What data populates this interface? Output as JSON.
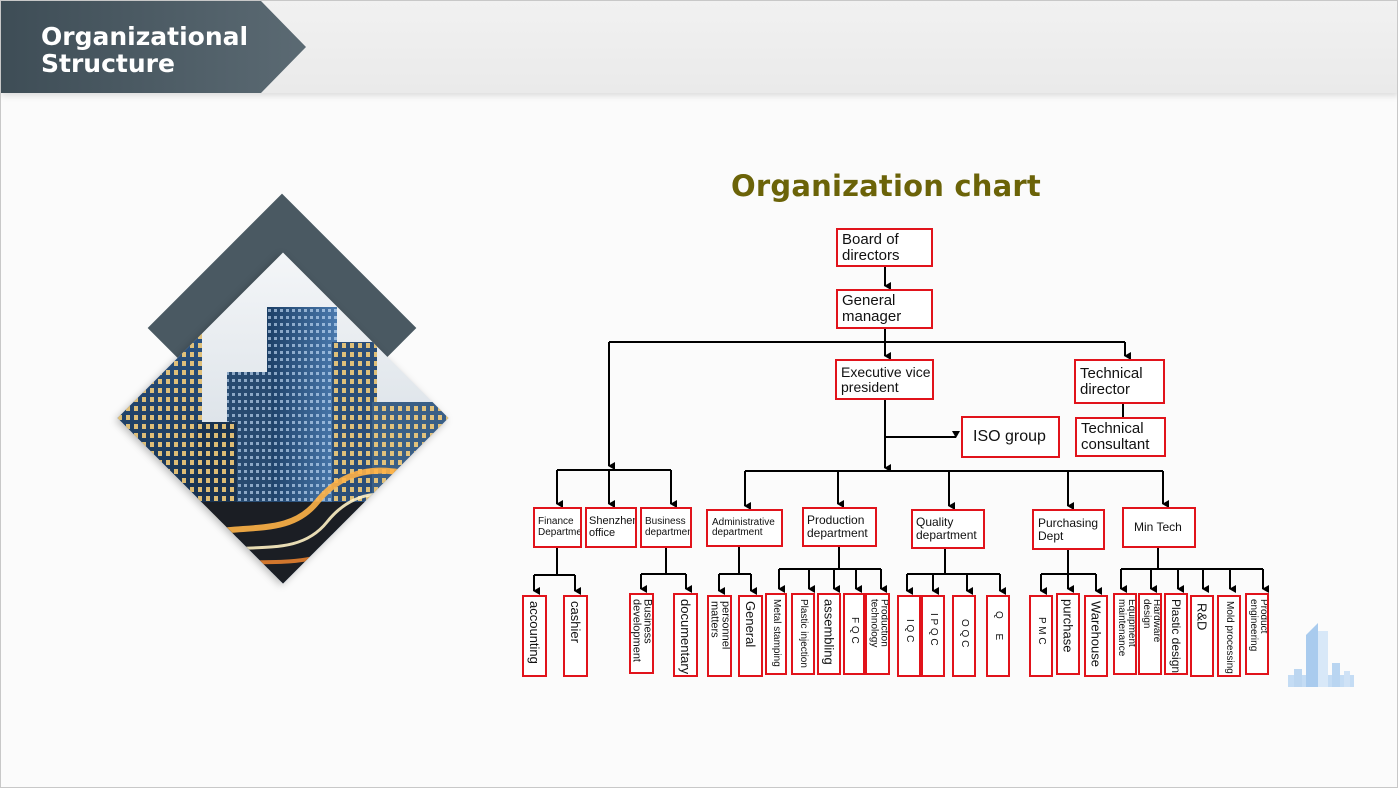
{
  "header": {
    "title": "Organizational Structure"
  },
  "chart": {
    "title": "Organization chart",
    "nodes": {
      "board": "Board of directors",
      "gm": "General manager",
      "evp": "Executive vice president",
      "tech_director": "Technical director",
      "iso": "ISO group",
      "tech_consultant": "Technical consultant",
      "finance": "Finance Department",
      "shenzhen": "Shenzhen office",
      "business_dept": "Business department",
      "admin": "Administrative department",
      "production": "Production department",
      "quality": "Quality department",
      "purchasing": "Purchasing Dept",
      "mintech": "Min Tech"
    },
    "leaves": {
      "accounting": "accounting",
      "cashier": "cashier",
      "business_dev": "Business development",
      "documentary": "documentary",
      "personnel": "personnel matters",
      "general": "General",
      "metal_stamping": "Metal stamping",
      "plastic_injection": "Plastic injection",
      "assembling": "assembling",
      "fqc": "F Q C",
      "production_tech": "Production technology",
      "iqc": "I Q C",
      "ipqc": "I P Q C",
      "oqc": "O Q C",
      "qe": "Q E",
      "pmc": "P M C",
      "purchase": "purchase",
      "warehouse": "Warehouse",
      "equipment": "Equipment maintenance",
      "hardware": "Hardware design",
      "plastic_design": "Plastic design",
      "rnd": "R&D",
      "mold": "Mold processing",
      "product_eng": "Product engineering"
    }
  },
  "colors": {
    "box_border": "#e1131b",
    "title": "#6b6308",
    "ribbon": "#3e4d56"
  },
  "icons": {
    "logo": "building-logo-icon"
  }
}
